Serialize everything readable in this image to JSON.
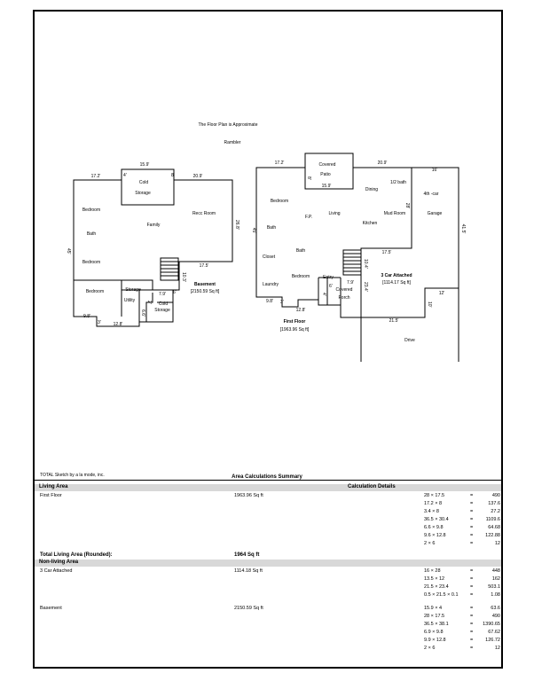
{
  "plan": {
    "approx_note": "The Floor Plan is Approximate",
    "style_name": "Rambler"
  },
  "basement": {
    "dims": [
      "17.2'",
      "15.9'",
      "8'",
      "20.9'",
      "4'",
      "45'",
      "26.8'",
      "17.5'",
      "10.3'",
      "9.8'",
      "3'",
      "12.8'",
      "6.6'",
      "2'",
      "7.9'",
      "6'"
    ],
    "rooms": [
      "Cold",
      "Storage",
      "Bedroom",
      "Bath",
      "Family",
      "Recc Room",
      "Bedroom",
      "Bedroom",
      "Storage",
      "Utility",
      "Cold",
      "Storage"
    ],
    "name": "Basement",
    "area": "[2150.59 Sq ft]"
  },
  "first_floor": {
    "dims": [
      "17.2'",
      "20.9'",
      "8'",
      "45'",
      "28'",
      "17.5'",
      "10.4'",
      "23.4'",
      "6'",
      "7.9'",
      "9.8'",
      "3'",
      "12.8'",
      "4'",
      "15.9'"
    ],
    "rooms": [
      "Covered",
      "Patio",
      "Bedroom",
      "1/2 bath",
      "Dining",
      "F.P.",
      "Living",
      "Mud Room",
      "Bath",
      "Kitchen",
      "Bath",
      "Closet",
      "Bedroom",
      "Laundry",
      "Entry",
      "Covered",
      "Porch"
    ],
    "name": "First Floor",
    "area": "[1963.96 Sq ft]"
  },
  "garage": {
    "dims": [
      "16'",
      "41.5'",
      "12'",
      "10'",
      "21.5'"
    ],
    "rooms": [
      "4th -car",
      "Garage",
      "Drive"
    ],
    "name": "3 Car Attached",
    "area": "[1114.17 Sq ft]"
  },
  "footer": {
    "software": "TOTAL Sketch by a la mode, inc.",
    "summary_title": "Area Calculations Summary"
  },
  "summary": {
    "living_header": "Living Area",
    "calc_header": "Calculation Details",
    "first_floor_label": "First Floor",
    "first_floor_value": "1963.96 Sq ft",
    "first_floor_calcs": [
      {
        "expr": "28 × 17.5",
        "result": "490"
      },
      {
        "expr": "17.2 × 8",
        "result": "137.6"
      },
      {
        "expr": "3.4 × 8",
        "result": "27.2"
      },
      {
        "expr": "36.5 × 30.4",
        "result": "1109.6"
      },
      {
        "expr": "6.6 × 9.8",
        "result": "64.68"
      },
      {
        "expr": "9.6 × 12.8",
        "result": "122.88"
      },
      {
        "expr": "2 × 6",
        "result": "12"
      }
    ],
    "total_label": "Total Living Area (Rounded):",
    "total_value": "1964 Sq ft",
    "nonliving_header": "Non-living Area",
    "garage_label": "3 Car Attached",
    "garage_value": "1114.18 Sq ft",
    "garage_calcs": [
      {
        "expr": "16 × 28",
        "result": "448"
      },
      {
        "expr": "13.5 × 12",
        "result": "162"
      },
      {
        "expr": "21.5 × 23.4",
        "result": "503.1"
      },
      {
        "expr": "0.5 × 21.5 × 0.1",
        "result": "1.08"
      }
    ],
    "basement_label": "Basement",
    "basement_value": "2150.59 Sq ft",
    "basement_calcs": [
      {
        "expr": "15.9 × 4",
        "result": "63.6"
      },
      {
        "expr": "28 × 17.5",
        "result": "490"
      },
      {
        "expr": "36.5 × 38.1",
        "result": "1390.65"
      },
      {
        "expr": "6.9 × 9.8",
        "result": "67.62"
      },
      {
        "expr": "9.9 × 12.8",
        "result": "126.72"
      },
      {
        "expr": "2 × 6",
        "result": "12"
      }
    ],
    "eq": "="
  }
}
